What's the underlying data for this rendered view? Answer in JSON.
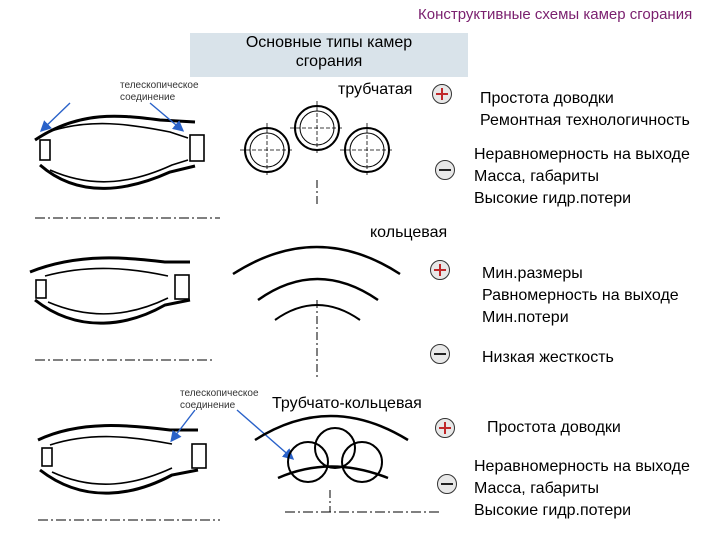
{
  "title": "Конструктивные схемы камер сгорания",
  "box_title": [
    "Основные типы камер",
    "сгорания"
  ],
  "telescopic_label": [
    "телескопическое",
    "соединение"
  ],
  "sections": [
    {
      "type": "трубчатая",
      "pros": [
        "Простота доводки",
        "Ремонтная технологичность"
      ],
      "cons": [
        "Неравномерность на выходе",
        "Масса, габариты",
        "Высокие гидр.потери"
      ]
    },
    {
      "type": "кольцевая",
      "pros": [
        "Мин.размеры",
        "Равномерность на выходе",
        "Мин.потери"
      ],
      "cons": [
        "Низкая жесткость"
      ]
    },
    {
      "type": "Трубчато-кольцевая",
      "pros": [
        "Простота доводки"
      ],
      "cons": [
        "Неравномерность на выходе",
        "Масса, габариты",
        "Высокие гидр.потери"
      ]
    }
  ],
  "icons": {
    "pro": "plus-circle-icon",
    "con": "minus-circle-icon"
  },
  "colors": {
    "title": "#7a1f6e",
    "box": "#d9e3ea",
    "plus": "#c0282a",
    "pointer": "#2a62c9"
  }
}
